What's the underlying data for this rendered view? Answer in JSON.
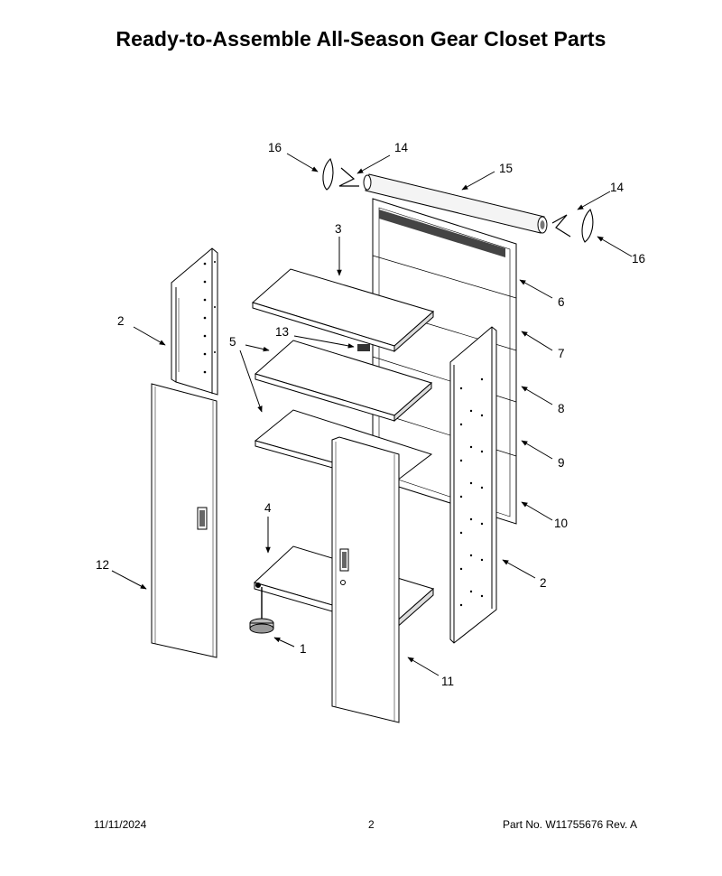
{
  "title": "Ready-to-Assemble All-Season Gear Closet Parts",
  "callouts": {
    "c16_left": "16",
    "c14_left": "14",
    "c15": "15",
    "c14_right": "14",
    "c16_right": "16",
    "c3": "3",
    "c2_left": "2",
    "c6": "6",
    "c13": "13",
    "c5": "5",
    "c7": "7",
    "c8": "8",
    "c9": "9",
    "c10": "10",
    "c4": "4",
    "c12": "12",
    "c2_right": "2",
    "c1": "1",
    "c11": "11"
  },
  "footer": {
    "date": "11/11/2024",
    "page": "2",
    "part_no": "Part No.  W11755676  Rev.  A"
  }
}
